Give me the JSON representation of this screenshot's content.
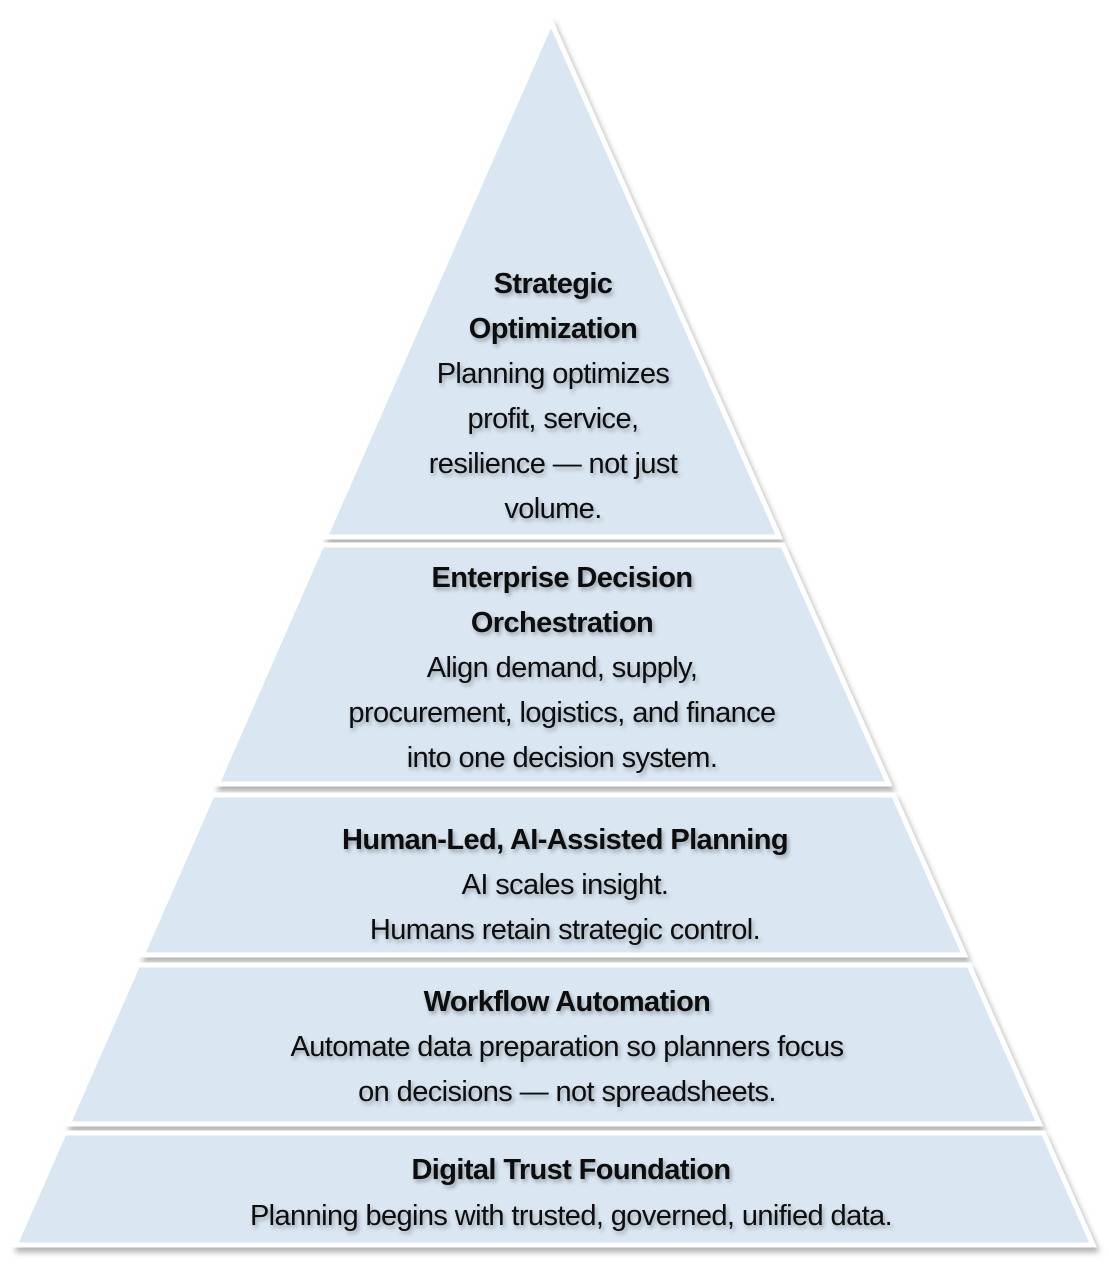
{
  "colors": {
    "fill": "#dae7f3",
    "border": "#ffffff",
    "text": "#0d0d0d"
  },
  "levels": [
    {
      "title": [
        "Strategic",
        "Optimization"
      ],
      "body": [
        "Planning optimizes",
        "profit, service,",
        "resilience — not just",
        "volume."
      ]
    },
    {
      "title": [
        "Enterprise Decision",
        "Orchestration"
      ],
      "body": [
        "Align demand, supply,",
        "procurement, logistics, and finance",
        "into one decision system."
      ]
    },
    {
      "title": [
        "Human-Led, AI-Assisted Planning"
      ],
      "body": [
        "AI scales insight.",
        "Humans retain strategic control."
      ]
    },
    {
      "title": [
        "Workflow Automation"
      ],
      "body": [
        "Automate data preparation so planners focus",
        "on decisions — not spreadsheets."
      ]
    },
    {
      "title": [
        "Digital Trust Foundation"
      ],
      "body": [
        "Planning begins with trusted, governed, unified data."
      ]
    }
  ]
}
